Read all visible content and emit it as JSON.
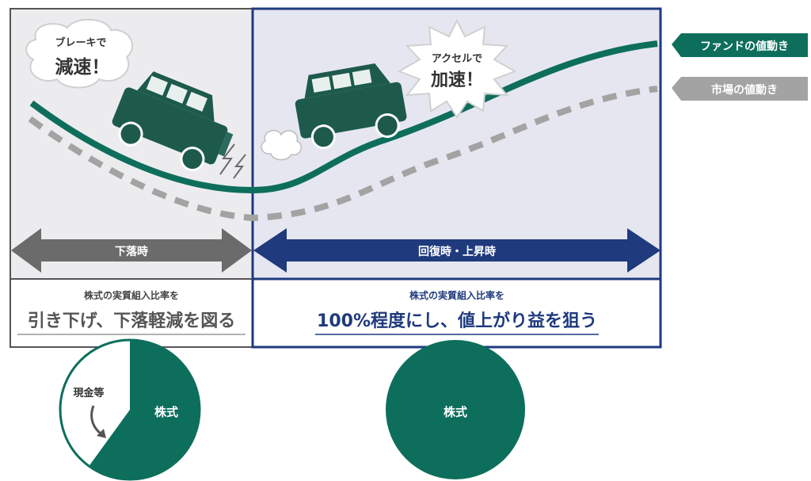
{
  "legend": {
    "fund": "ファンドの値動き",
    "market": "市場の値動き"
  },
  "left": {
    "bubble_top": "ブレーキで",
    "bubble_main": "減速！",
    "arrow_label": "下落時",
    "caption_small": "株式の実質組入比率を",
    "caption_large": "引き下げ、下落軽減を図る",
    "pie_stock_label": "株式",
    "pie_cash_label": "現金等",
    "stock_share": 0.6
  },
  "right": {
    "bubble_top": "アクセルで",
    "bubble_main": "加速！",
    "arrow_label": "回復時・上昇時",
    "caption_small": "株式の実質組入比率を",
    "caption_large": "100%程度にし、値上がり益を狙う",
    "pie_stock_label": "株式",
    "stock_share": 1.0
  },
  "colors": {
    "fund_green": "#0e6e5c",
    "market_gray": "#a3a3a3",
    "left_panel": "#ececef",
    "right_panel": "#e6e6f1",
    "navy": "#1f3a7d",
    "gray_arrow": "#6b6b6b"
  },
  "icons": {
    "brake_car": "suv-car-icon",
    "accel_car": "suv-car-icon",
    "spark": "lightning-icon",
    "exhaust": "exhaust-cloud-icon",
    "cash_pointer": "curved-arrow-icon"
  }
}
